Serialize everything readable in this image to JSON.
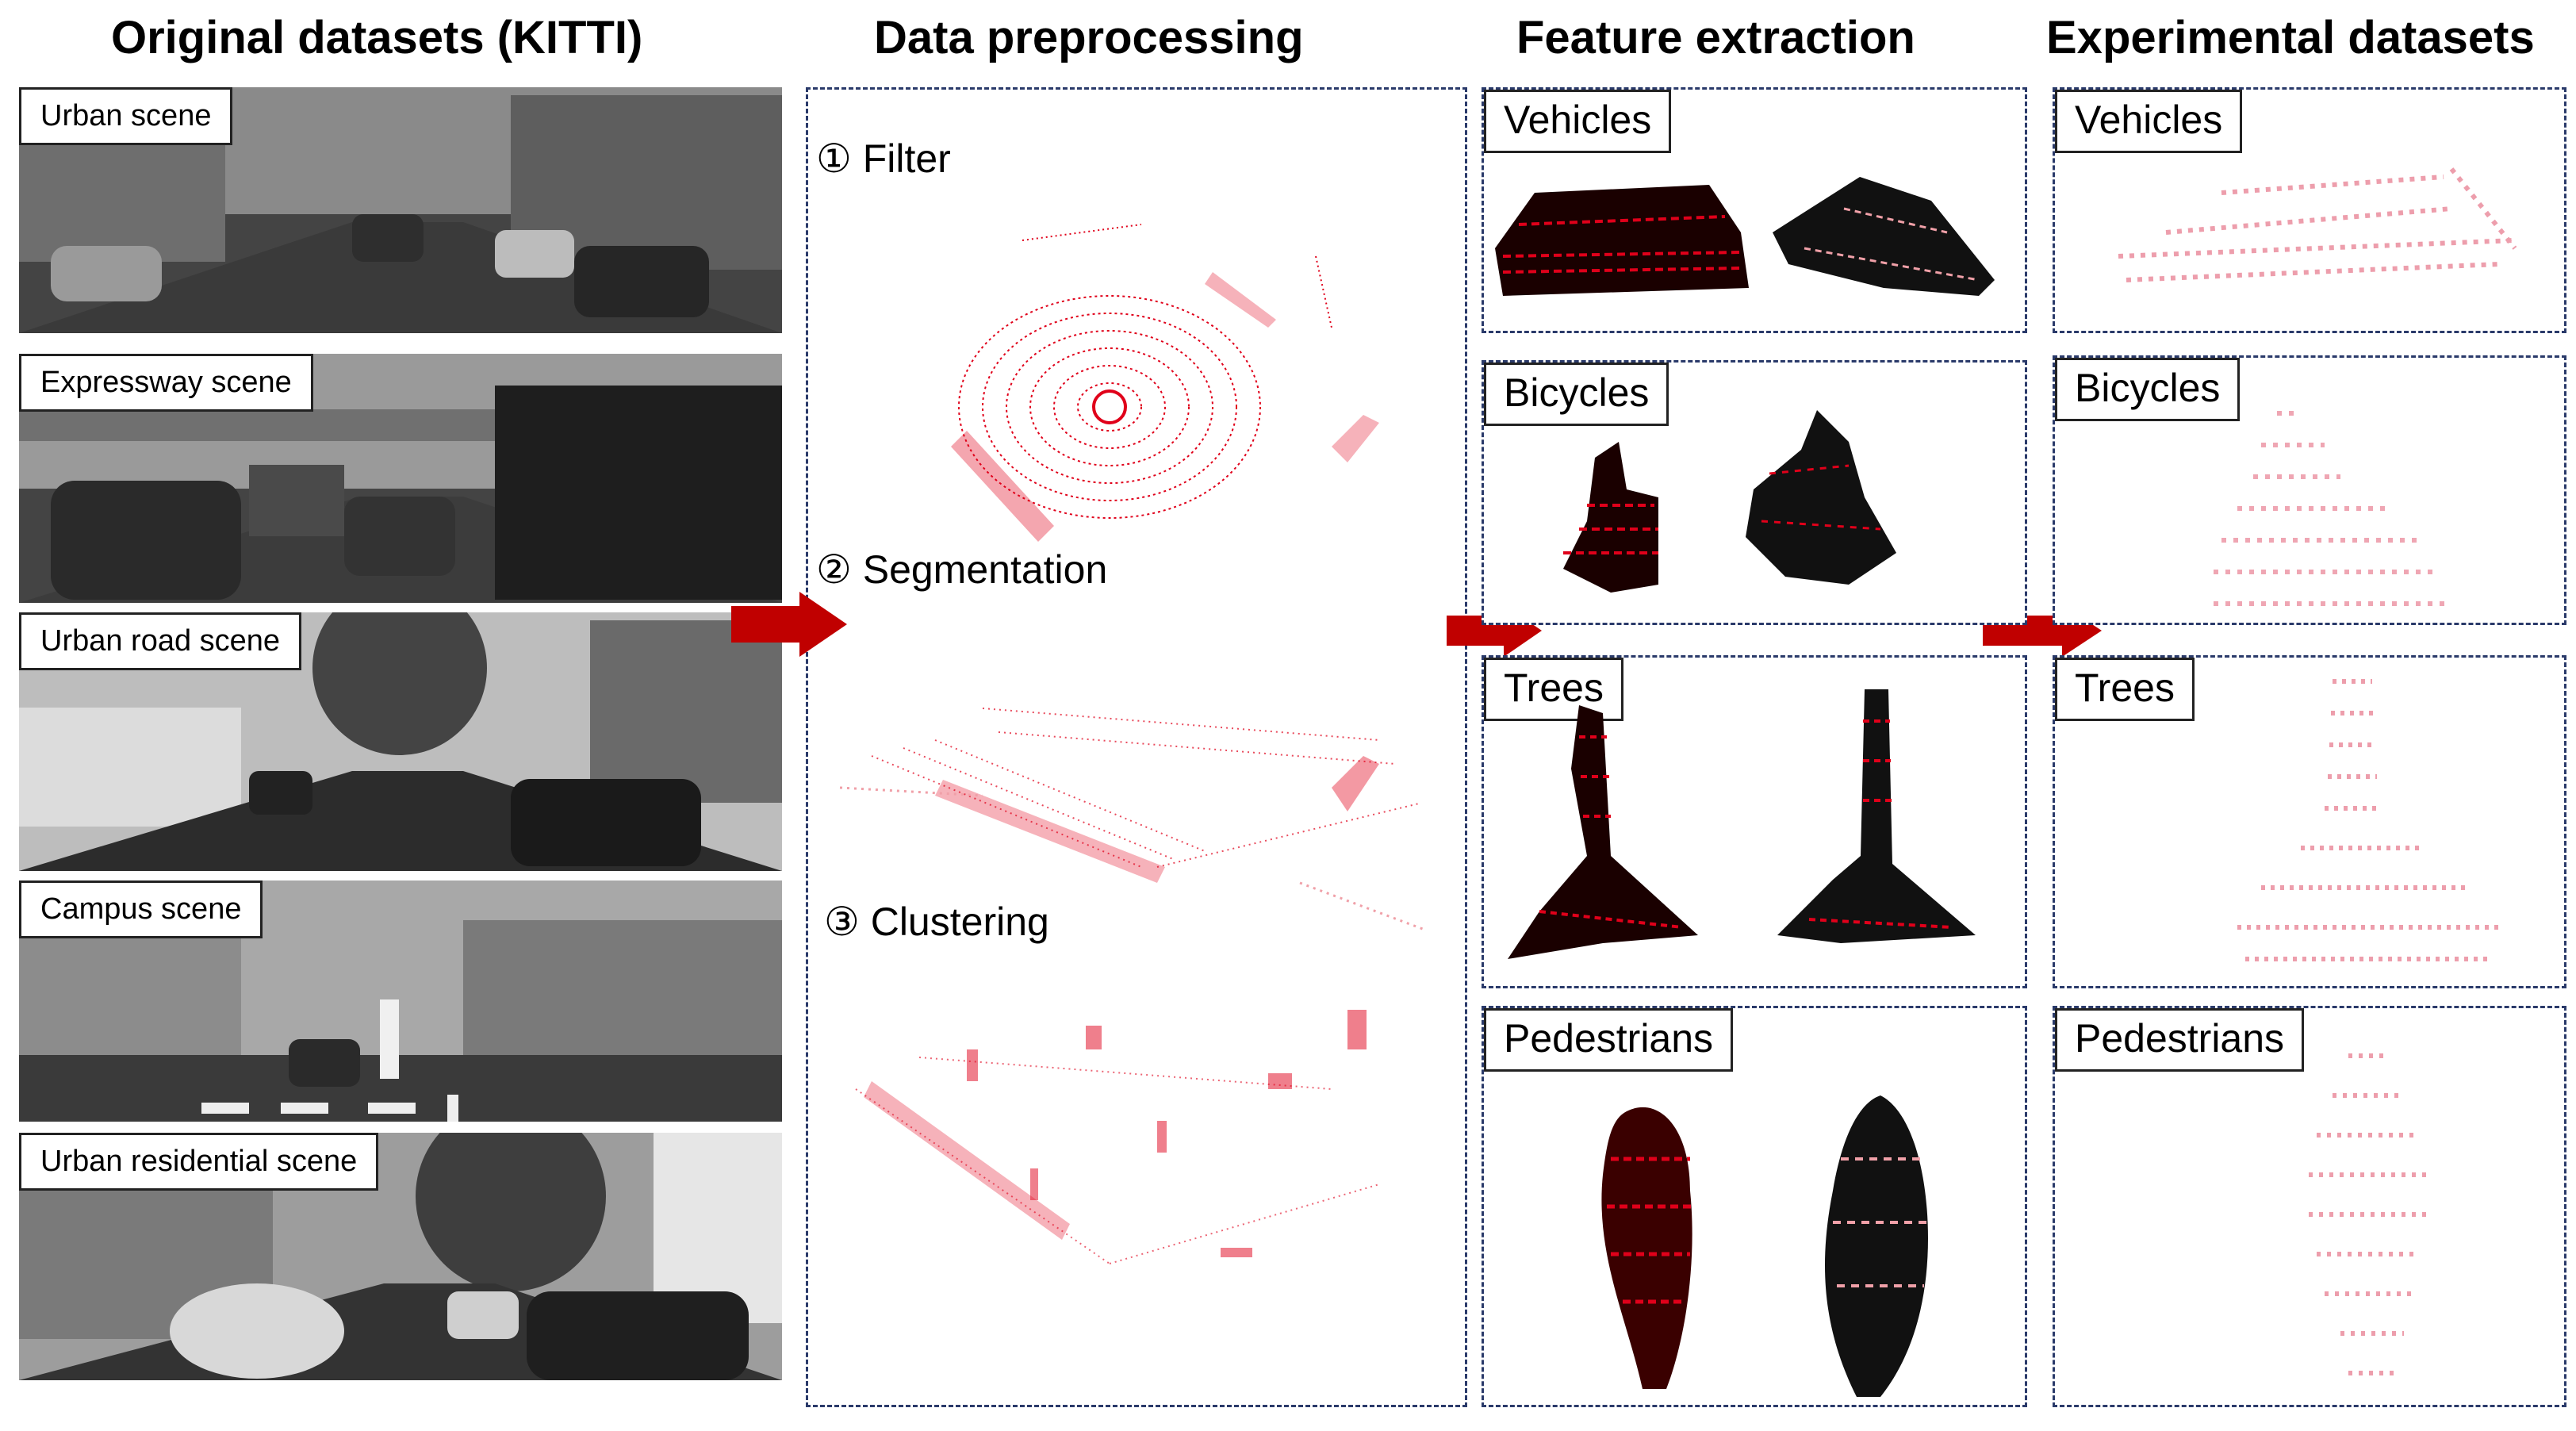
{
  "columns": {
    "original": "Original datasets (KITTI)",
    "preprocessing": "Data preprocessing",
    "feature": "Feature extraction",
    "experimental": "Experimental datasets"
  },
  "scenes": [
    {
      "label": "Urban scene"
    },
    {
      "label": "Expressway scene"
    },
    {
      "label": "Urban road scene"
    },
    {
      "label": "Campus scene"
    },
    {
      "label": "Urban residential scene"
    }
  ],
  "steps": [
    {
      "label": "① Filter"
    },
    {
      "label": "② Segmentation"
    },
    {
      "label": "③ Clustering"
    }
  ],
  "feature_classes": [
    "Vehicles",
    "Bicycles",
    "Trees",
    "Pedestrians"
  ],
  "experimental_classes": [
    "Vehicles",
    "Bicycles",
    "Trees",
    "Pedestrians"
  ],
  "colors": {
    "accent": "#c00000",
    "point": "#e0001a",
    "panel_border": "#2a3a6a",
    "arrow": "#c00000"
  }
}
